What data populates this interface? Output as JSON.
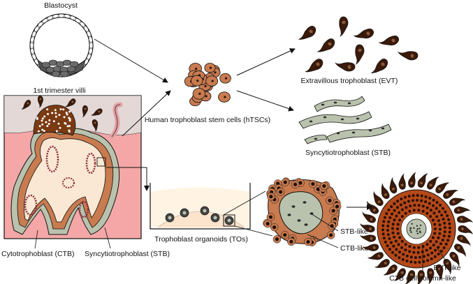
{
  "labels": {
    "blastocyst": "Blastocyst",
    "villi": "1st trimester villi",
    "hTSC": "Human trophoblast stem cells (hTSCs)",
    "EVT": "Extravillous trophoblast (EVT)",
    "STB": "Syncytiotrophoblast (STB)",
    "TO": "Trophoblast organoids (TOs)",
    "CTB": "Cytotrophoblast (CTB)",
    "STB_villi": "Syncytiotrophoblast (STB)",
    "STB_like": "STB-like",
    "CTB_like": "CTB-like",
    "EVT_like": "EVT-like",
    "CTB_column_like": "CTB cell column-like"
  },
  "colors": {
    "ctb": "#c97b50",
    "ctb_dark": "#7a3a12",
    "evt": "#3a1a0a",
    "stb": "#b9c2ad",
    "villi_bg": "#f5a7a7",
    "decidua": "#e3d8d6",
    "stroma": "#fbe8d4",
    "dish": "#fff3e3",
    "vessel": "#e5a2a6"
  },
  "icons": [
    "blastocyst-icon",
    "villi-icon",
    "htsc-cluster-icon",
    "evt-cells-icon",
    "stb-cells-icon",
    "culture-dish-icon",
    "organoid-section-icon",
    "organoid-evt-icon"
  ]
}
